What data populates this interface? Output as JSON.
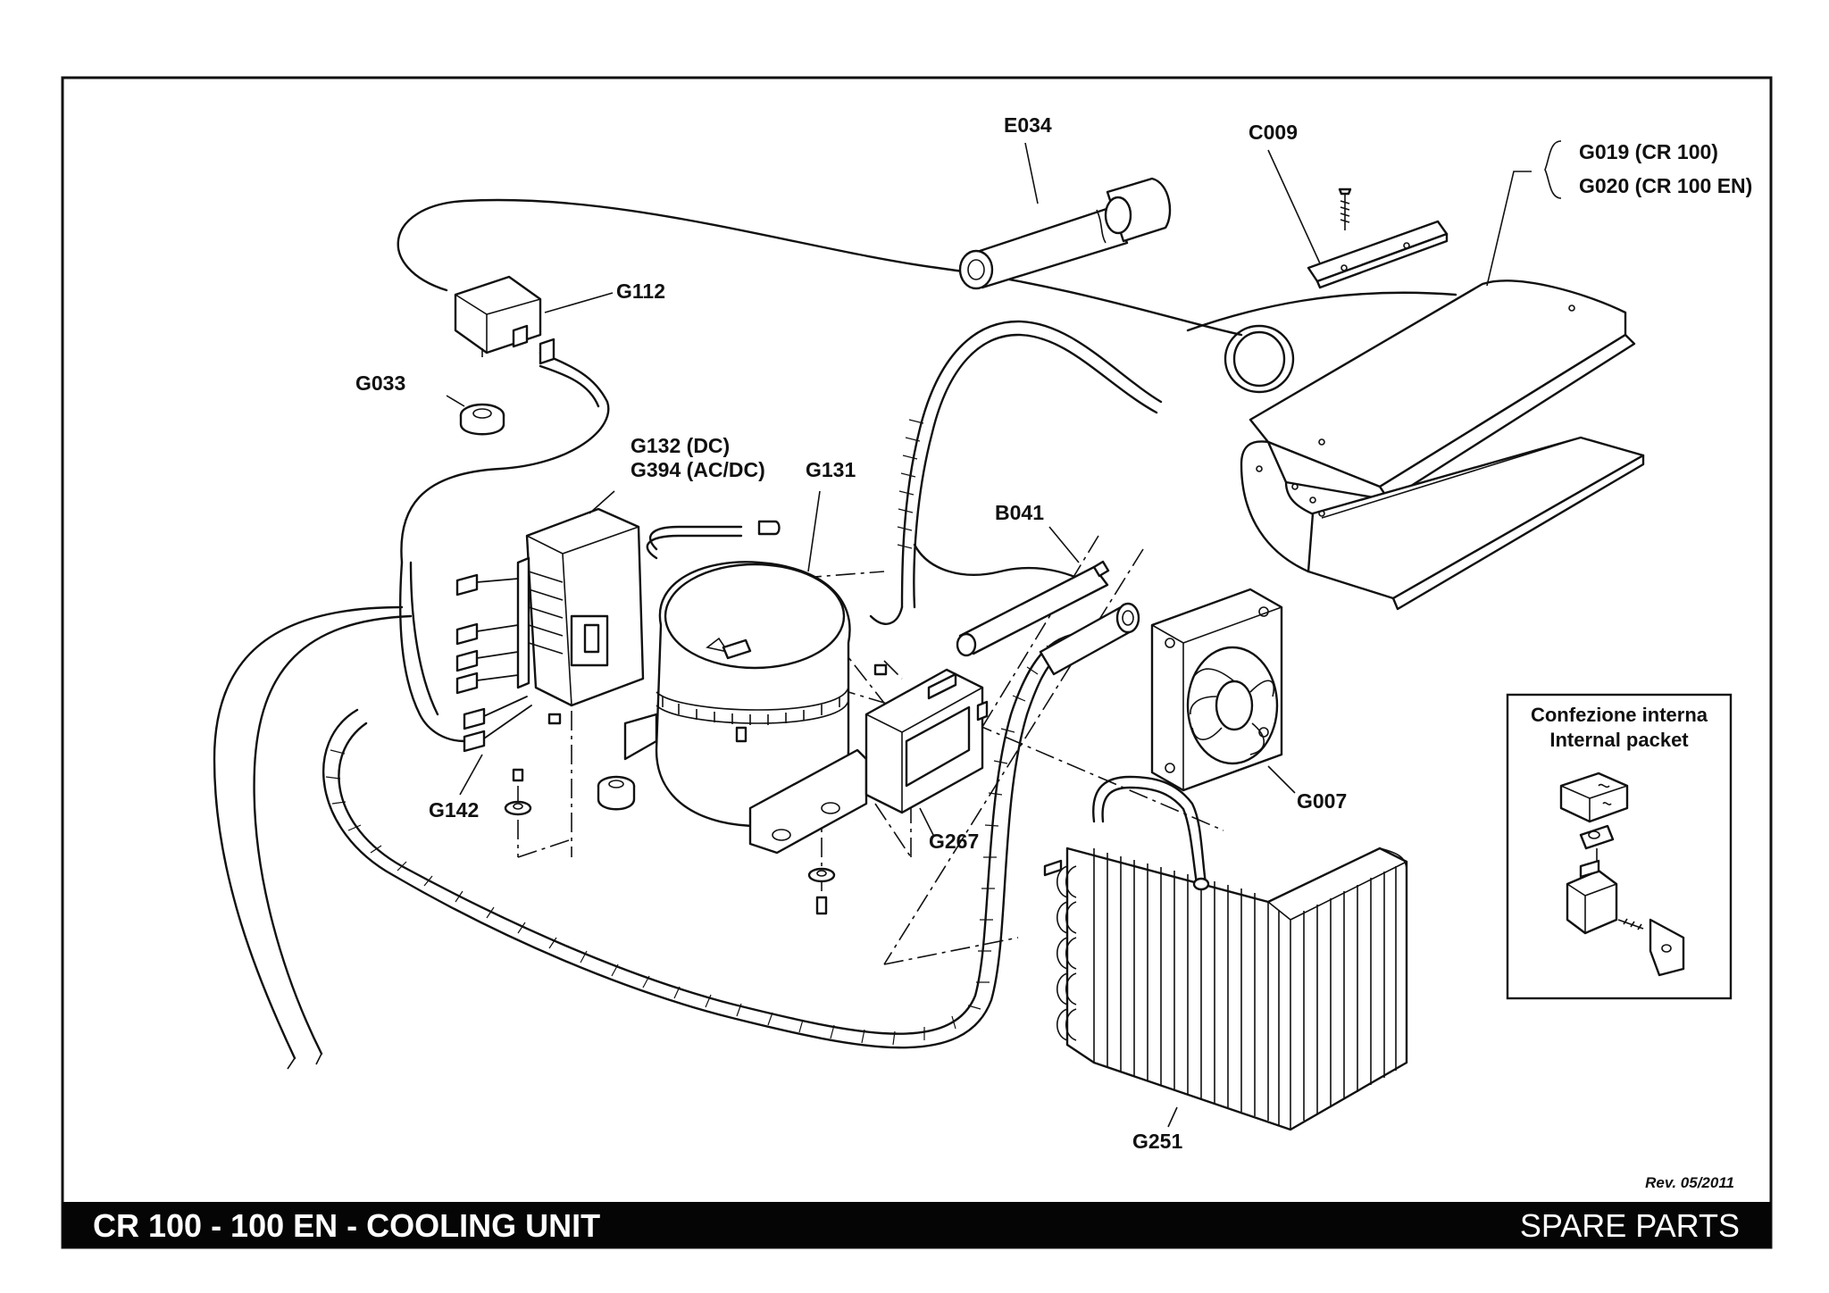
{
  "diagram": {
    "labels": {
      "e034": "E034",
      "c009": "C009",
      "g019": "G019 (CR 100)",
      "g020": "G020 (CR 100 EN)",
      "g112": "G112",
      "g033": "G033",
      "g132": "G132 (DC)",
      "g394": "G394 (AC/DC)",
      "g131": "G131",
      "b041": "B041",
      "g007": "G007",
      "g142": "G142",
      "g267": "G267",
      "g251": "G251"
    },
    "inset": {
      "title_line1": "Confezione interna",
      "title_line2": "Internal packet"
    },
    "revision": "Rev. 05/2011"
  },
  "footer": {
    "title": "CR 100 - 100 EN - COOLING UNIT",
    "right": "SPARE PARTS",
    "bar_color": "#050505"
  }
}
